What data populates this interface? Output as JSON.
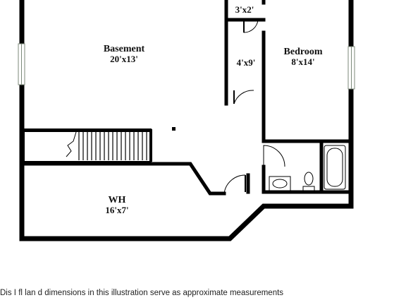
{
  "rooms": {
    "basement": {
      "name": "Basement",
      "dims": "20'x13'"
    },
    "bedroom": {
      "name": "Bedroom",
      "dims": "8'x14'"
    },
    "closet": {
      "dims": "3'x2'"
    },
    "hall": {
      "dims": "4'x9'"
    },
    "wh": {
      "name": "WH",
      "dims": "16'x7'"
    }
  },
  "disclaimer": {
    "line1": "Dis      I   fl   lan        d dimensions in this illustration serve as approximate measurements",
    "line2": "                                                                             "
  },
  "colors": {
    "wall": "#000000",
    "background": "#ffffff",
    "window": "#7c8a7a"
  }
}
